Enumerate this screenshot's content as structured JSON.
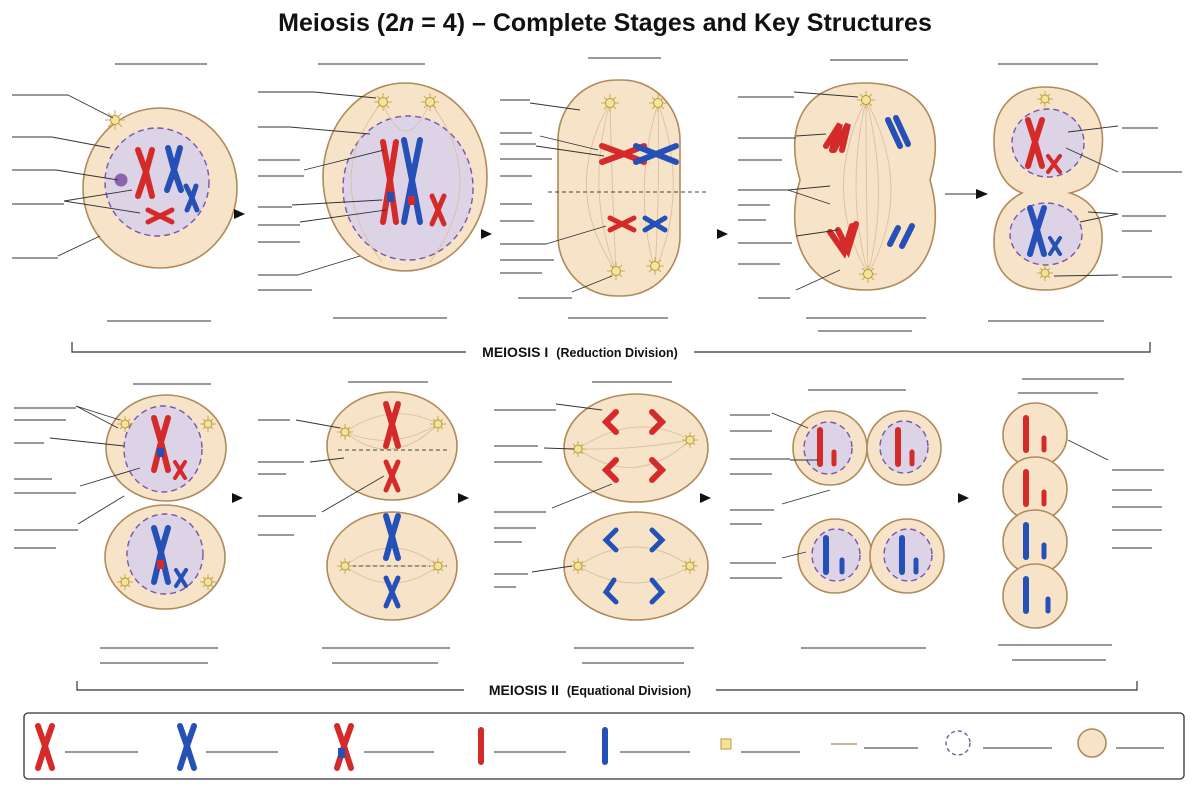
{
  "title": {
    "before": "Meiosis (2",
    "italic": "n",
    "after": " = 4) – Complete Stages and Key Structures"
  },
  "meiosis_one": {
    "label": "MEIOSIS I",
    "sub": "(Reduction Division)"
  },
  "meiosis_two": {
    "label": "MEIOSIS II",
    "sub": "(Equational Division)"
  },
  "colors": {
    "maternal": "#d42a2a",
    "paternal": "#2450b8",
    "cytoplasm": "#f7e3c8",
    "nucleus": "#dcd3e6",
    "centrosome": "#f4e39a"
  },
  "stages_row1": [
    "prophase-i",
    "prometaphase-i",
    "metaphase-i",
    "anaphase-i",
    "telophase-i"
  ],
  "stages_row2": [
    "prophase-ii",
    "metaphase-ii",
    "anaphase-ii",
    "telophase-ii",
    "four-haploid-cells"
  ],
  "key_items": [
    "red-chromosome-icon",
    "blue-chromosome-icon",
    "crossover-chromosome-icon",
    "red-chromatid-icon",
    "blue-chromatid-icon",
    "centrosome-icon",
    "spindle-fiber-icon",
    "nuclear-envelope-icon",
    "cell-icon"
  ]
}
